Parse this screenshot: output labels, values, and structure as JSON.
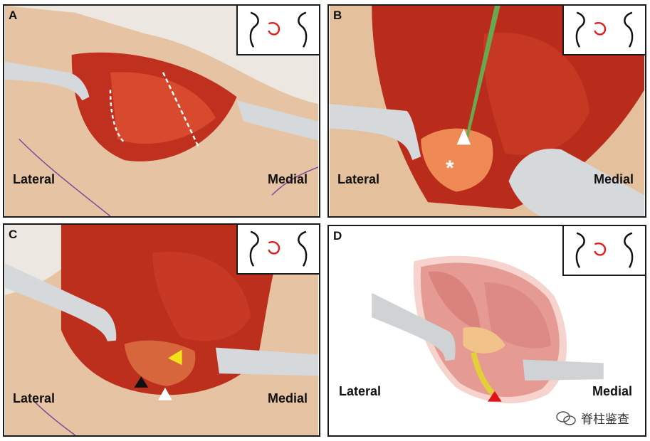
{
  "panels": [
    {
      "id": "A",
      "letter": "A",
      "left_label": "Lateral",
      "right_label": "Medial"
    },
    {
      "id": "B",
      "letter": "B",
      "left_label": "Lateral",
      "right_label": "Medial",
      "asterisk": "*"
    },
    {
      "id": "C",
      "letter": "C",
      "left_label": "Lateral",
      "right_label": "Medial"
    },
    {
      "id": "D",
      "letter": "D",
      "left_label": "Lateral",
      "right_label": "Medial"
    }
  ],
  "watermark": {
    "text": "脊柱鉴查",
    "icon": "wechat-icon"
  },
  "colors": {
    "tissue": "#c8311f",
    "tissue_dark": "#8e1d12",
    "skin": "#e9c7a8",
    "drape": "#e7e3dc",
    "retractor": "#d6d9dc",
    "inset_curve": "#e02020",
    "arrow_white": "#ffffff",
    "arrow_black": "#111111",
    "arrow_yellow": "#f3e21a",
    "arrow_red": "#e01414",
    "illustration_tissue": "#e59a93"
  }
}
